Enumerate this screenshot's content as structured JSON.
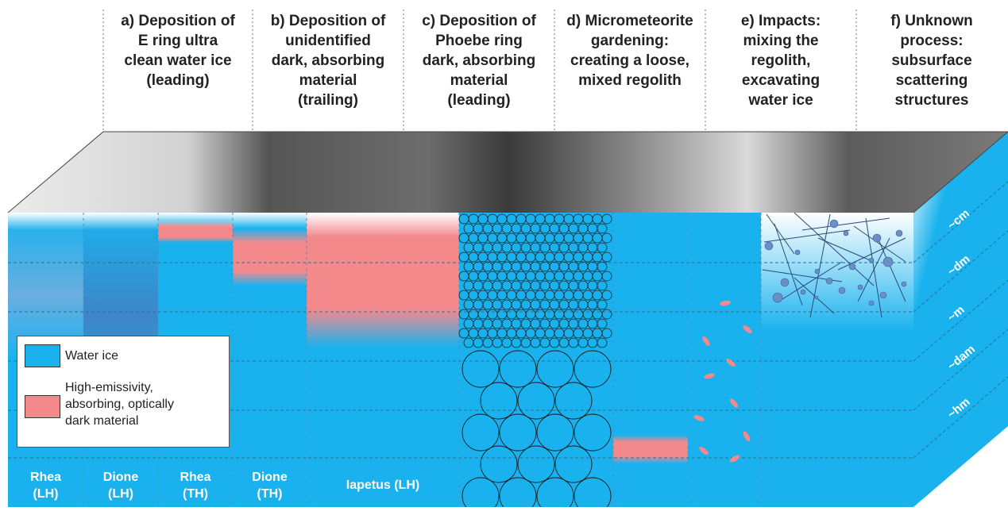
{
  "headers": [
    {
      "text": "a) Deposition of\nE ring ultra\nclean water ice\n(leading)"
    },
    {
      "text": "b) Deposition of\nunidentified\ndark, absorbing\nmaterial\n(trailing)"
    },
    {
      "text": "c) Deposition of\nPhoebe ring\ndark, absorbing\nmaterial\n(leading)"
    },
    {
      "text": "d) Micrometeorite\ngardening:\ncreating a loose,\nmixed regolith"
    },
    {
      "text": "e) Impacts:\nmixing the\nregolith,\nexcavating\nwater ice"
    },
    {
      "text": "f) Unknown\nprocess:\nsubsurface\nscattering\nstructures"
    }
  ],
  "bodies": [
    {
      "text": "Rhea\n(LH)"
    },
    {
      "text": "Dione\n(LH)"
    },
    {
      "text": "Rhea\n(TH)"
    },
    {
      "text": "Dione\n(TH)"
    },
    {
      "text": "Iapetus (LH)"
    }
  ],
  "depth_labels": [
    "~cm",
    "~dm",
    "~m",
    "~dam",
    "~hm"
  ],
  "legend": {
    "water_ice": "Water ice",
    "dark_material": "High-emissivity,\nabsorbing, optically\ndark material"
  },
  "colors": {
    "water_ice": "#19b2ee",
    "dark_material": "#f4898c",
    "clean_ice": "#ffffff",
    "side_face": "#19b2ee",
    "surface_gray": "#8a8a8a"
  }
}
